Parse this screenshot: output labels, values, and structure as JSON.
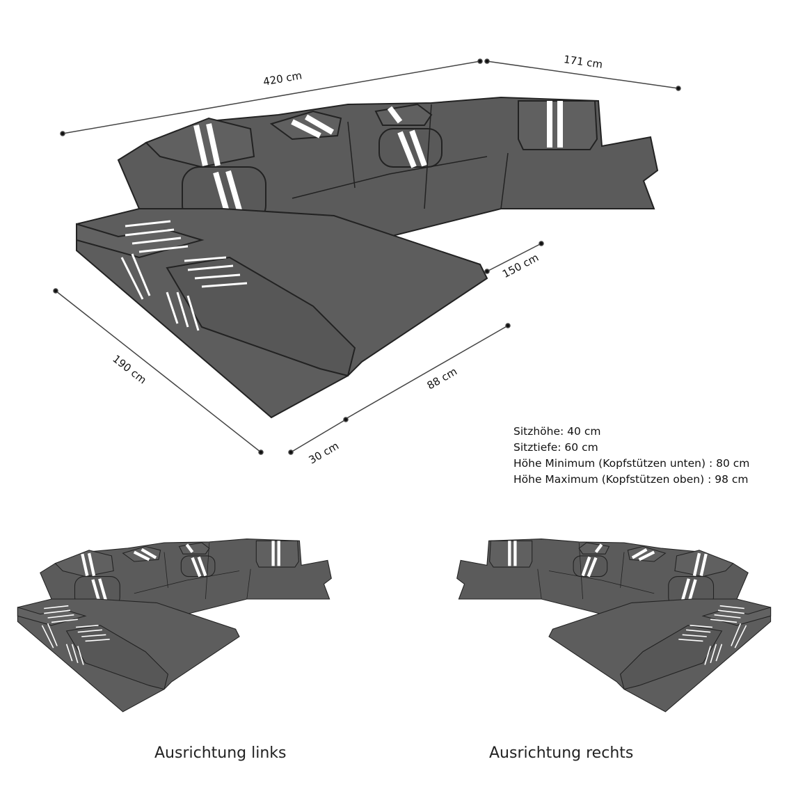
{
  "dimensions": {
    "total_width": "420 cm",
    "right_width": "171 cm",
    "chaise_width": "150 cm",
    "chaise_depth": "190 cm",
    "chaise_front": "88 cm",
    "arm_width": "30 cm"
  },
  "specs": [
    "Sitzhöhe: 40 cm",
    "Sitztiefe: 60 cm",
    "Höhe Minimum (Kopfstützen unten) : 80 cm",
    "Höhe Maximum (Kopfstützen oben) : 98 cm"
  ],
  "variants": [
    {
      "label": "Ausrichtung links"
    },
    {
      "label": "Ausrichtung rechts"
    }
  ],
  "colors": {
    "upholstery": "#5b5b5b",
    "outline": "#222222",
    "accent": "#ffffff"
  }
}
